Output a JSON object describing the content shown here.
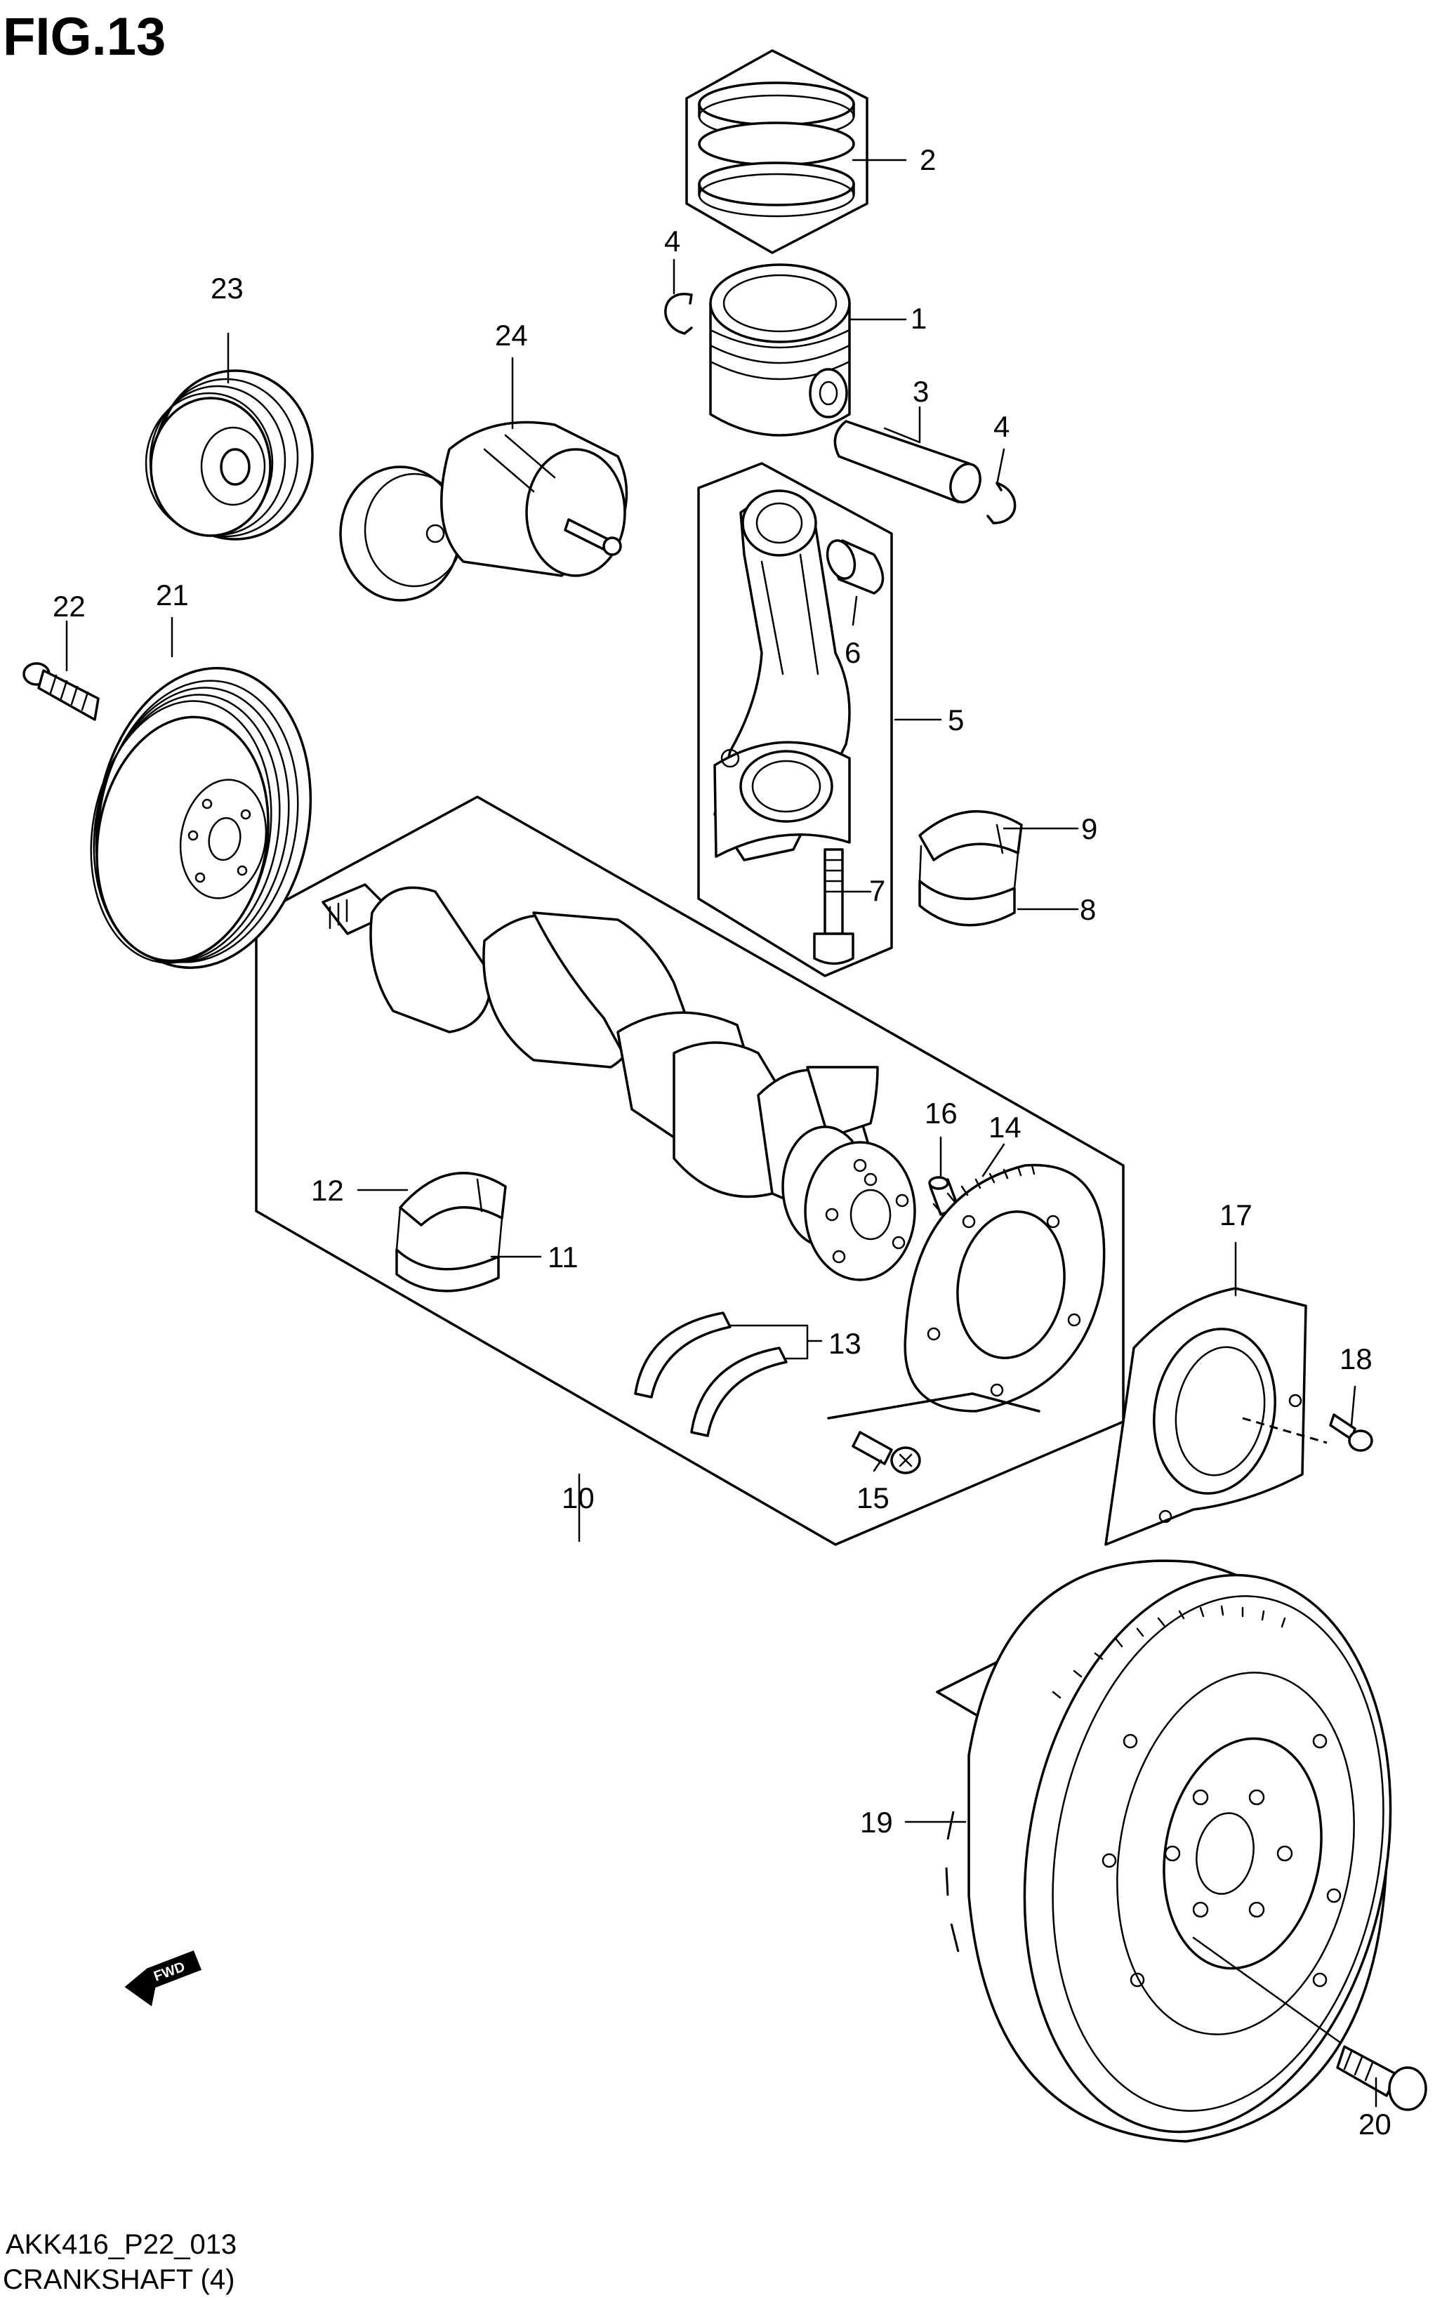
{
  "figure": {
    "title": "FIG.13",
    "code": "AKK416_P22_013",
    "caption": "CRANKSHAFT (4)",
    "fwd_label": "FWD"
  },
  "callouts": {
    "c1": "1",
    "c2": "2",
    "c3": "3",
    "c4a": "4",
    "c4b": "4",
    "c5": "5",
    "c6": "6",
    "c7": "7",
    "c8": "8",
    "c9": "9",
    "c10": "10",
    "c11": "11",
    "c12": "12",
    "c13": "13",
    "c14": "14",
    "c15": "15",
    "c16": "16",
    "c17": "17",
    "c18": "18",
    "c19": "19",
    "c20": "20",
    "c21": "21",
    "c22": "22",
    "c23": "23",
    "c24": "24"
  }
}
